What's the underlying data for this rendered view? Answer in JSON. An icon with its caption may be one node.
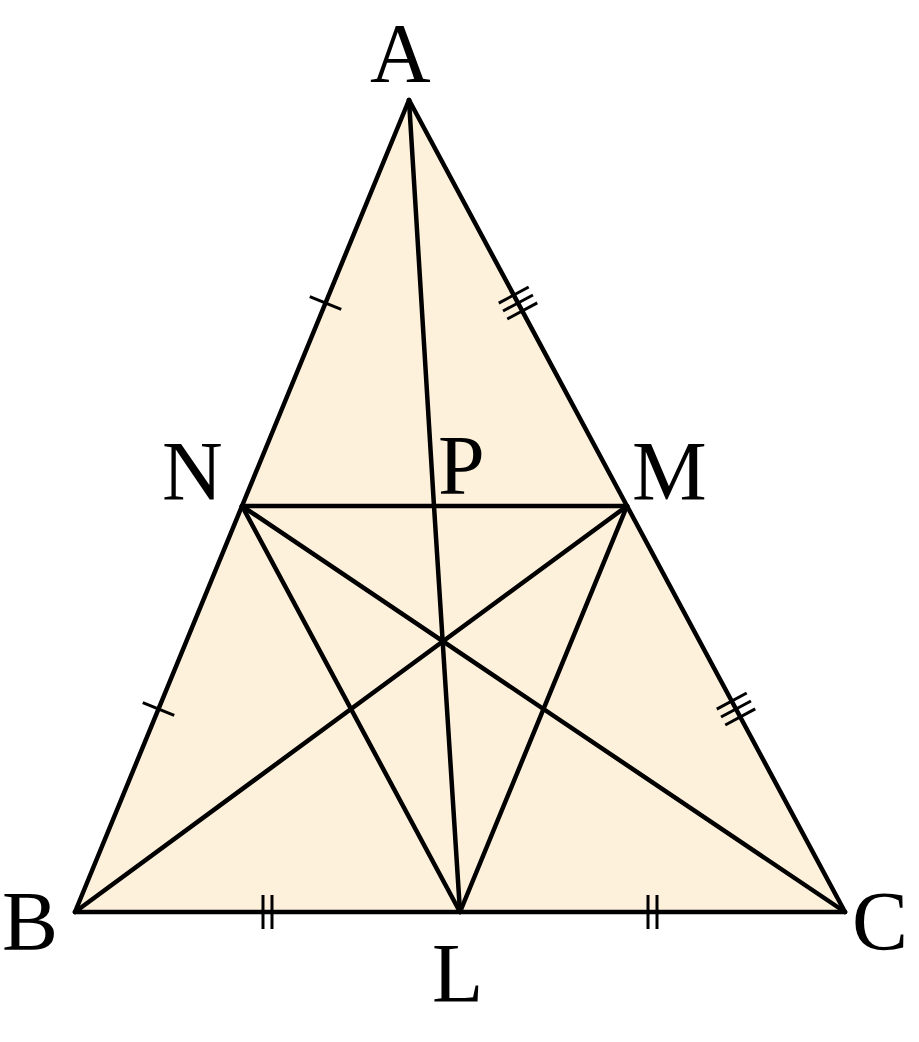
{
  "diagram": {
    "nodes": [
      {
        "text": [
          "A"
        ]
      },
      {
        "text": [
          "N"
        ]
      },
      {
        "text": [
          "P"
        ]
      },
      {
        "text": [
          "M"
        ]
      },
      {
        "text": [
          "B"
        ]
      },
      {
        "text": [
          "L"
        ]
      },
      {
        "text": [
          "C"
        ]
      }
    ],
    "edges": [
      {
        "from": 0,
        "to": 1,
        "arrow": "none"
      },
      {
        "from": 1,
        "to": 4,
        "arrow": "none"
      },
      {
        "from": 0,
        "to": 3,
        "arrow": "none"
      },
      {
        "from": 3,
        "to": 6,
        "arrow": "none"
      },
      {
        "from": 4,
        "to": 5,
        "arrow": "none"
      },
      {
        "from": 5,
        "to": 6,
        "arrow": "none"
      },
      {
        "from": 1,
        "to": 2,
        "arrow": "none"
      },
      {
        "from": 2,
        "to": 3,
        "arrow": "none"
      },
      {
        "from": 0,
        "to": 2,
        "arrow": "none"
      },
      {
        "from": 2,
        "to": 5,
        "arrow": "none"
      },
      {
        "from": 1,
        "to": 5,
        "arrow": "none"
      },
      {
        "from": 3,
        "to": 5,
        "arrow": "none"
      },
      {
        "from": 4,
        "to": 3,
        "arrow": "none"
      },
      {
        "from": 6,
        "to": 1,
        "arrow": "none"
      }
    ]
  }
}
